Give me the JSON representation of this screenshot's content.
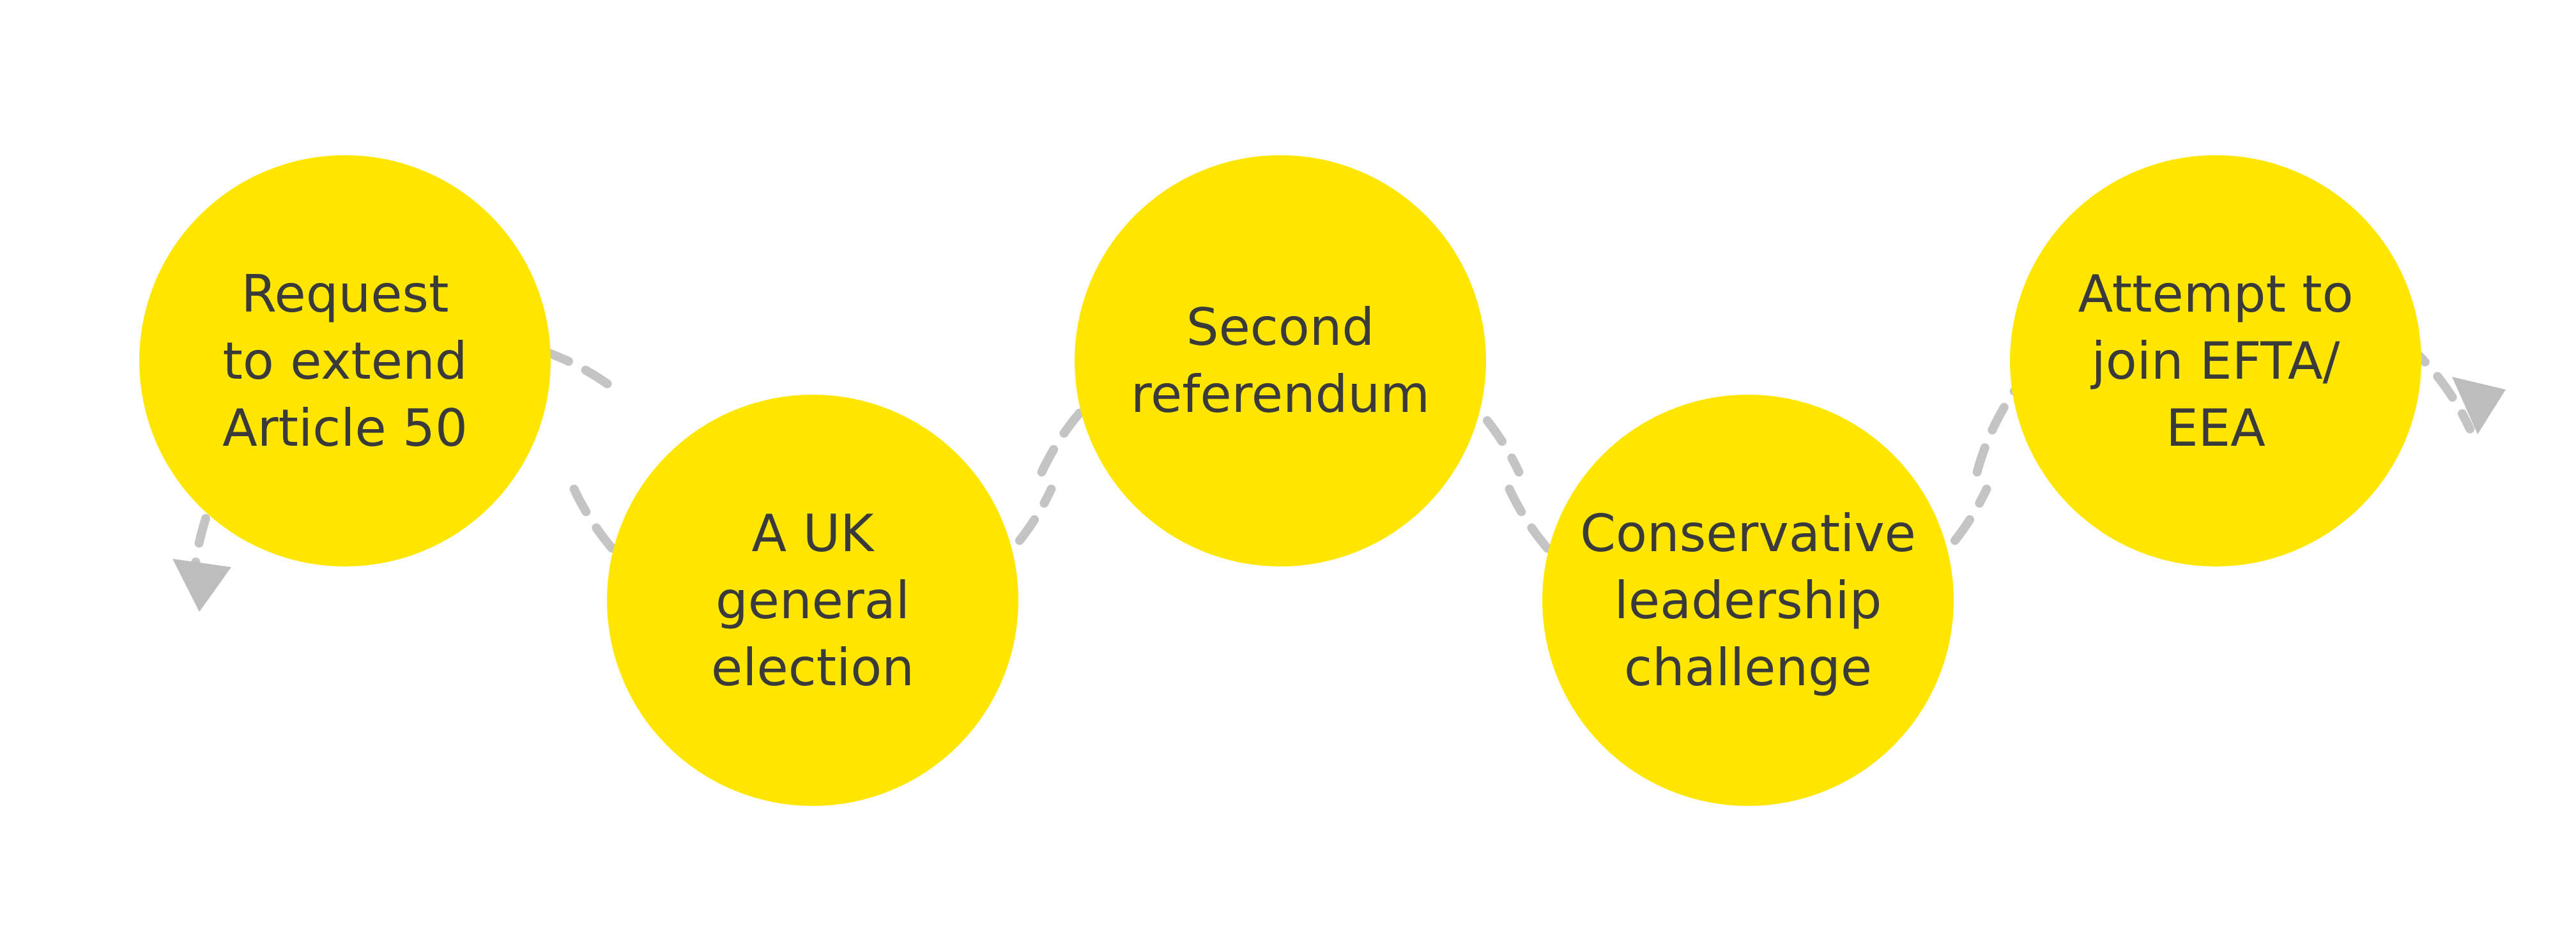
{
  "colors": {
    "circle_fill": "#FFE600",
    "dashed_ring": "#C4C4C4",
    "arrowhead": "#BDBDBD",
    "label_text": "#3A3A3A"
  },
  "nodes": [
    {
      "id": "n1",
      "lines": [
        "Request",
        "to extend",
        "Article 50"
      ]
    },
    {
      "id": "n2",
      "lines": [
        "A UK",
        "general",
        "election"
      ]
    },
    {
      "id": "n3",
      "lines": [
        "Second",
        "referendum"
      ]
    },
    {
      "id": "n4",
      "lines": [
        "Conservative",
        "leadership",
        "challenge"
      ]
    },
    {
      "id": "n5",
      "lines": [
        "Attempt to",
        "join EFTA/",
        "EEA"
      ]
    }
  ]
}
